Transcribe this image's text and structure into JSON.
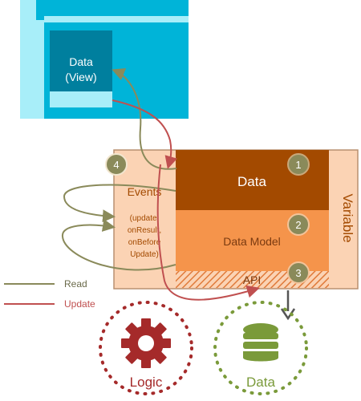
{
  "view_panel": {
    "label_line1": "Data",
    "label_line2": "(View)"
  },
  "variable_box": {
    "data_label": "Data",
    "data_model_label": "Data Model",
    "api_label": "API",
    "variable_label": "Variable",
    "events_label": "Events",
    "events_list": [
      "(update,",
      "onResult,",
      "onBefore",
      "Update)"
    ]
  },
  "badges": [
    "4",
    "1",
    "2",
    "3"
  ],
  "legend": [
    {
      "label": "Read",
      "color": "#8a8a5a"
    },
    {
      "label": "Update",
      "color": "#c05050"
    }
  ],
  "bottom_icons": [
    {
      "label": "Logic",
      "icon": "gear-icon",
      "color": "#a52a2a"
    },
    {
      "label": "Data",
      "icon": "database-icon",
      "color": "#7a9a3a"
    }
  ],
  "colors": {
    "view_bg": "#00b4d8",
    "view_light": "#a8eef9",
    "view_panel": "#007f9e",
    "events_bg": "#fbd3b4",
    "data_dark": "#a34a00",
    "data_model": "#f5944b",
    "variable_bg": "#fbd3b4",
    "badge": "#8a8a5a",
    "read": "#8a8a5a",
    "update": "#c05050"
  }
}
